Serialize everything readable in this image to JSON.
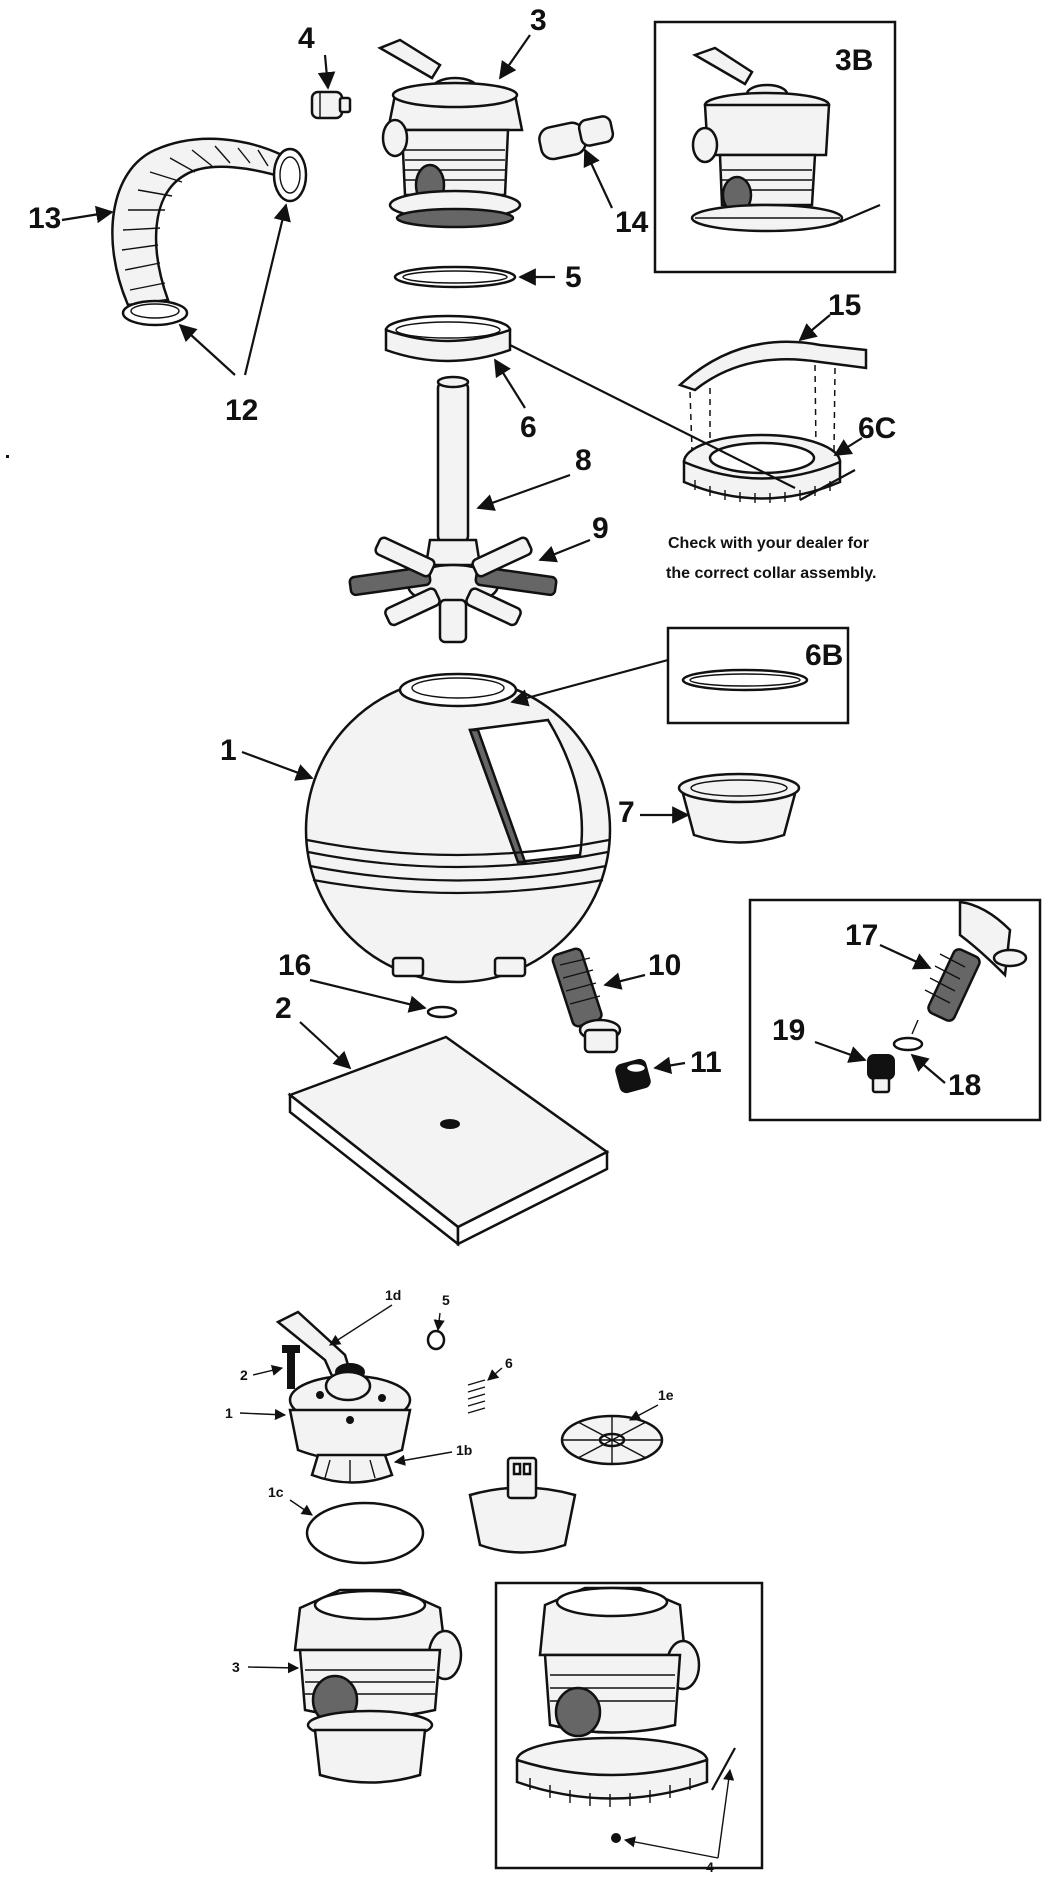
{
  "callouts": {
    "c1": "1",
    "c2": "2",
    "c3": "3",
    "c3b": "3B",
    "c4": "4",
    "c5": "5",
    "c6": "6",
    "c6b": "6B",
    "c6c": "6C",
    "c7": "7",
    "c8": "8",
    "c9": "9",
    "c10": "10",
    "c11": "11",
    "c12": "12",
    "c13": "13",
    "c14": "14",
    "c15": "15",
    "c16": "16",
    "c17": "17",
    "c18": "18",
    "c19": "19"
  },
  "note": {
    "line1": "Check with your dealer for",
    "line2": "the correct collar assembly."
  },
  "valve_callouts": {
    "v1": "1",
    "v1b": "1b",
    "v1c": "1c",
    "v1d": "1d",
    "v1e": "1e",
    "v2": "2",
    "v3": "3",
    "v4": "4",
    "v5": "5",
    "v6": "6"
  }
}
